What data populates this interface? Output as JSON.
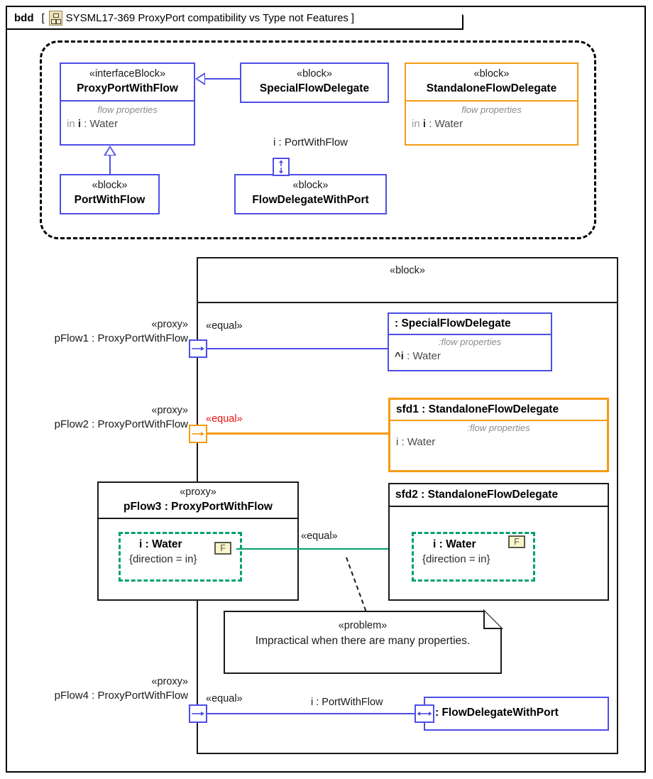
{
  "diagram": {
    "kind_label": "bdd",
    "bracket_open": "[",
    "bracket_close": "]",
    "icon": "block-definition-icon",
    "title": "SYSML17-369 ProxyPort compatibility vs Type not Features"
  },
  "colors": {
    "blue": "#4d4de8",
    "orange": "#f59b12",
    "green": "#00a070",
    "red": "#ee1111",
    "black": "#1a1a1a",
    "badge_fill": "#fbf3cd"
  },
  "type_definitions": {
    "proxy_port_with_flow": {
      "stereotype": "«interfaceBlock»",
      "name": "ProxyPortWithFlow",
      "compartment_title": "flow properties",
      "property_direction": "in",
      "property_name": "i",
      "property_type": ": Water"
    },
    "special_flow_delegate": {
      "stereotype": "«block»",
      "name": "SpecialFlowDelegate"
    },
    "standalone_flow_delegate": {
      "stereotype": "«block»",
      "name": "StandaloneFlowDelegate",
      "compartment_title": "flow properties",
      "property_direction": "in",
      "property_name": "i",
      "property_type": ": Water"
    },
    "port_with_flow": {
      "stereotype": "«block»",
      "name": "PortWithFlow"
    },
    "flow_delegate_with_port": {
      "stereotype": "«block»",
      "name": "FlowDelegateWithPort",
      "port_label": "i : PortWithFlow",
      "port_icon": "port-bidirectional-vertical-icon"
    }
  },
  "context_block": {
    "stereotype": "«block»",
    "name": ""
  },
  "rows": [
    {
      "port_stereotype": "«proxy»",
      "port_label": "pFlow1 : ProxyPortWithFlow",
      "port_icon": "port-out-arrow-icon",
      "port_color": "#4d4de8",
      "connector_label": "«equal»",
      "connector_label_color": "#1a1a1a",
      "connector_color": "#4d4de8",
      "target": {
        "name": ": SpecialFlowDelegate",
        "border_color": "#4d4de8",
        "compartment_title": ":flow properties",
        "property": "^i : Water",
        "property_prefix": "^i",
        "property_suffix": " : Water"
      }
    },
    {
      "port_stereotype": "«proxy»",
      "port_label": "pFlow2 : ProxyPortWithFlow",
      "port_icon": "port-out-arrow-icon",
      "port_color": "#f59b12",
      "connector_label": "«equal»",
      "connector_label_color": "#ee1111",
      "connector_color": "#f59b12",
      "target": {
        "name": "sfd1 : StandaloneFlowDelegate",
        "border_color": "#f59b12",
        "compartment_title": ":flow properties",
        "property": "i : Water",
        "property_prefix": "i",
        "property_suffix": " : Water"
      }
    },
    {
      "port_stereotype": "«proxy»",
      "port_label": "pFlow3 : ProxyPortWithFlow",
      "connector_label": "«equal»",
      "connector_label_color": "#1a1a1a",
      "connector_color": "#00a070",
      "highlight": {
        "name": "i : Water",
        "constraint": "{direction = in}",
        "badge": "F"
      },
      "target": {
        "name": "sfd2 : StandaloneFlowDelegate",
        "border_color": "#1a1a1a",
        "highlight": {
          "name": "i : Water",
          "constraint": "{direction = in}",
          "badge": "F"
        }
      }
    },
    {
      "port_stereotype": "«proxy»",
      "port_label": "pFlow4 : ProxyPortWithFlow",
      "port_icon": "port-out-arrow-icon",
      "port_color": "#4d4de8",
      "connector_label": "«equal»",
      "connector_label_color": "#1a1a1a",
      "connector_color": "#4d4de8",
      "connector_end_label": "i : PortWithFlow",
      "target": {
        "name": ": FlowDelegateWithPort",
        "border_color": "#4d4de8",
        "port_icon": "port-bidirectional-horizontal-icon"
      }
    }
  ],
  "note": {
    "stereotype": "«problem»",
    "text": "Impractical when there are many properties."
  }
}
